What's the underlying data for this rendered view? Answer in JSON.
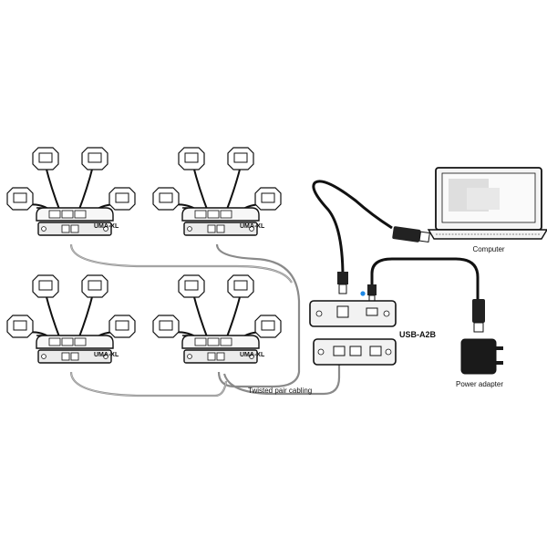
{
  "labels": {
    "uma_xl": "UMA-XL",
    "usb_a2b": "USB-A2B",
    "computer": "Computer",
    "power_adapter": "Power adapter",
    "twisted_pair": "Twisted pair cabling"
  },
  "colors": {
    "line": "#111111",
    "cable_grey": "#8a8a8a",
    "cable_grey_light": "#bdbdbd",
    "device_fill": "#f2f2f2",
    "led_blue": "#1e88e5",
    "screen_fill": "#f4f4f4",
    "window_fill": "#dedede"
  },
  "icons": {
    "sensor": "motion-sensor-icon",
    "computer": "laptop-icon",
    "power": "power-adapter-icon"
  }
}
